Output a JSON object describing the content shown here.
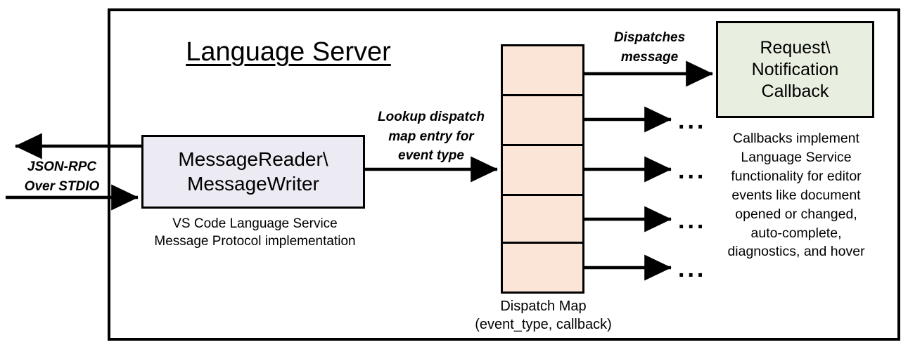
{
  "diagram": {
    "title": "Language Server",
    "outer_border_color": "#000000"
  },
  "message_io": {
    "box_label": "MessageReader\\\nMessageWriter",
    "box_fill": "#ECEAF3",
    "caption": "VS Code Language Service\nMessage Protocol implementation",
    "transport_label": "JSON-RPC\nOver STDIO"
  },
  "edges": {
    "lookup_label": "Lookup dispatch\nmap entry for\nevent type",
    "dispatches_label": "Dispatches\nmessage",
    "ellipsis": "..."
  },
  "dispatch_map": {
    "fill": "#FBE5D6",
    "caption": "Dispatch Map\n(event_type, callback)",
    "rows": [
      {
        "index": 1
      },
      {
        "index": 2
      },
      {
        "index": 3
      },
      {
        "index": 4
      },
      {
        "index": 5
      }
    ]
  },
  "callback": {
    "box_label": "Request\\\nNotification\nCallback",
    "box_fill": "#E8EFE0",
    "caption": "Callbacks implement\nLanguage Service\nfunctionality for editor\nevents like document\nopened or changed,\nauto-complete,\ndiagnostics, and hover"
  }
}
